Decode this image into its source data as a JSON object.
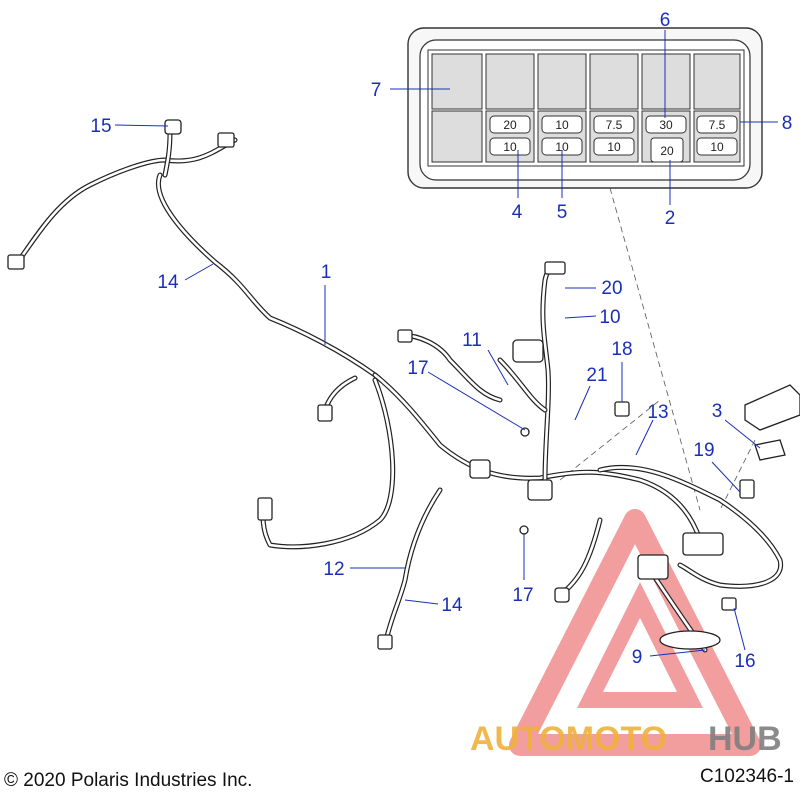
{
  "callouts": {
    "c1": "1",
    "c2": "2",
    "c3": "3",
    "c4": "4",
    "c5": "5",
    "c6": "6",
    "c7": "7",
    "c8": "8",
    "c9": "9",
    "c10": "10",
    "c11": "11",
    "c12": "12",
    "c13": "13",
    "c14a": "14",
    "c14b": "14",
    "c15": "15",
    "c16": "16",
    "c17a": "17",
    "c17b": "17",
    "c18": "18",
    "c19": "19",
    "c20": "20",
    "c21": "21"
  },
  "fuse_box": {
    "top_row": [
      "20",
      "10",
      "7.5",
      "30",
      "7.5"
    ],
    "bottom_row": [
      "10",
      "10",
      "10",
      "20",
      "10"
    ]
  },
  "footer": {
    "copyright": "© 2020 Polaris Industries Inc.",
    "figure_id": "C102346-1"
  },
  "watermark": {
    "part_a": "AUTOMOTO",
    "part_b": "HUB"
  },
  "colors": {
    "callout": "#1a2fb8",
    "watermark_triangle": "#e85050",
    "watermark_orange": "#f0b13c",
    "watermark_gray": "#7f7f7f"
  }
}
